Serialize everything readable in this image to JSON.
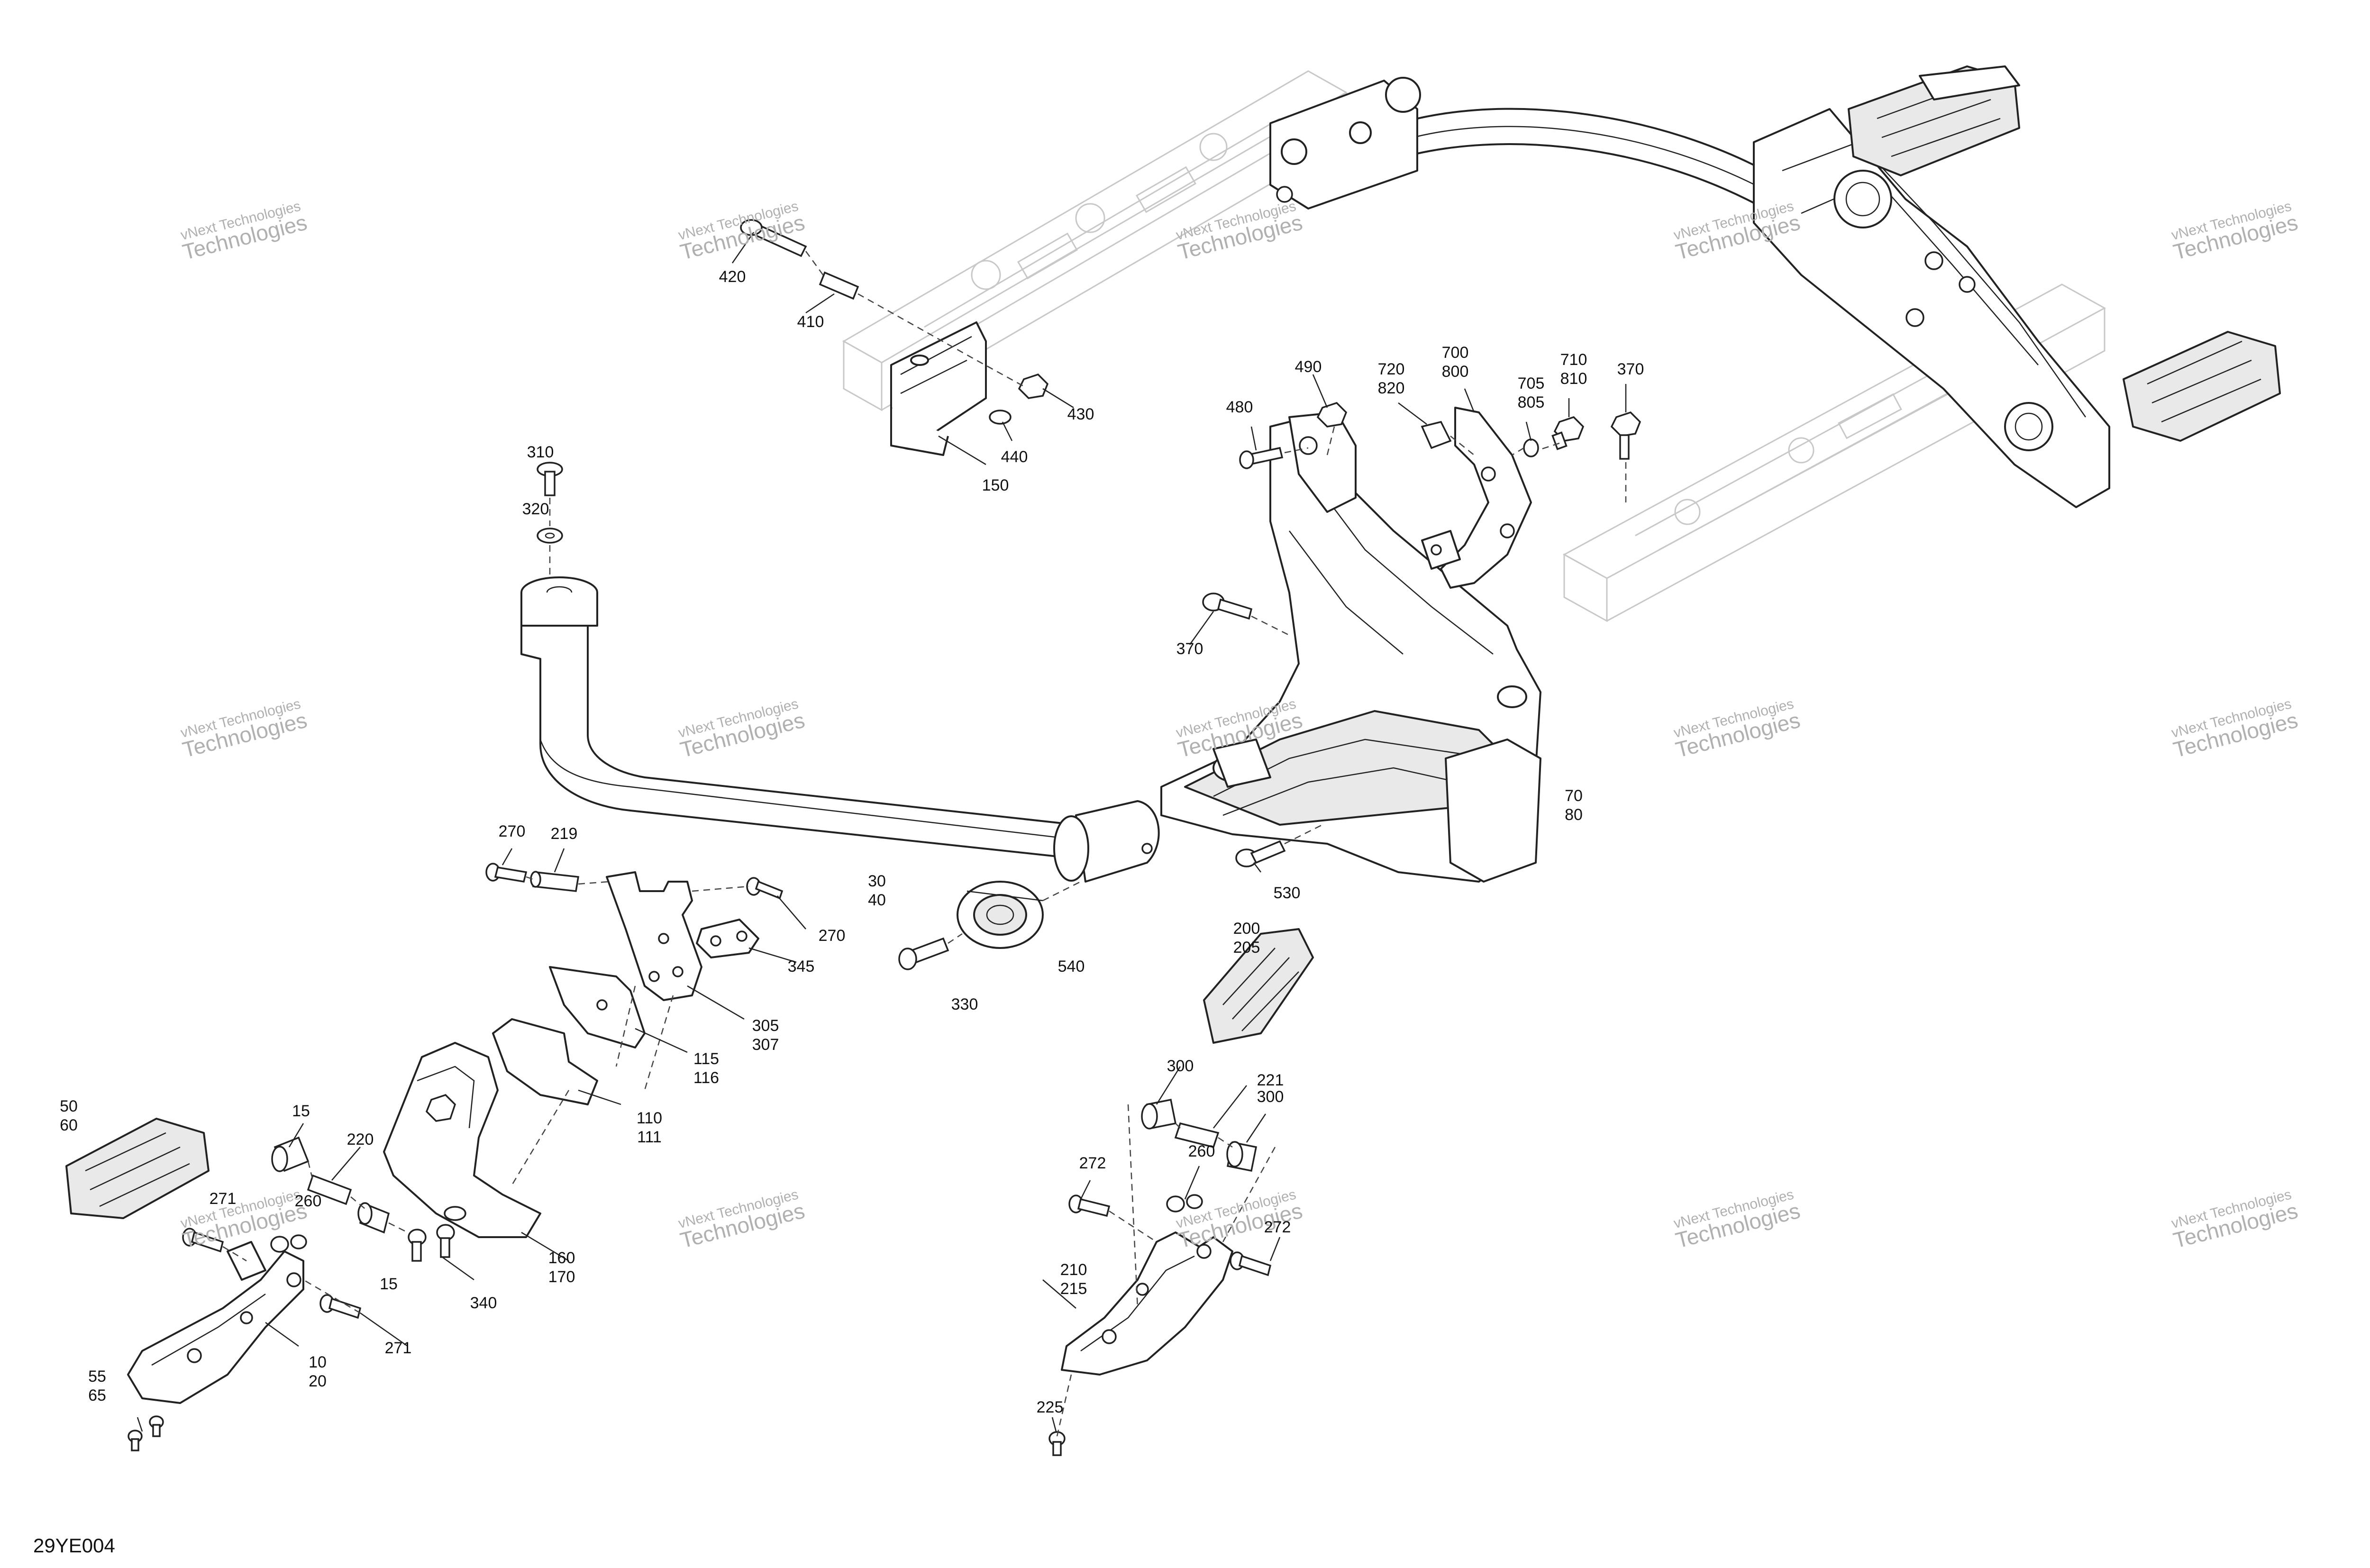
{
  "diagram": {
    "code": "29YE004",
    "watermark": {
      "line1": "vNext Technologies",
      "line2": "Technologies"
    },
    "callouts": [
      {
        "id": "c420",
        "lines": [
          "420"
        ]
      },
      {
        "id": "c410",
        "lines": [
          "410"
        ]
      },
      {
        "id": "c430",
        "lines": [
          "430"
        ]
      },
      {
        "id": "c440",
        "lines": [
          "440"
        ]
      },
      {
        "id": "c150",
        "lines": [
          "150"
        ]
      },
      {
        "id": "c310",
        "lines": [
          "310"
        ]
      },
      {
        "id": "c320",
        "lines": [
          "320"
        ]
      },
      {
        "id": "c490",
        "lines": [
          "490"
        ]
      },
      {
        "id": "c480",
        "lines": [
          "480"
        ]
      },
      {
        "id": "c720",
        "lines": [
          "720",
          "820"
        ]
      },
      {
        "id": "c700",
        "lines": [
          "700",
          "800"
        ]
      },
      {
        "id": "c705",
        "lines": [
          "705",
          "805"
        ]
      },
      {
        "id": "c710",
        "lines": [
          "710",
          "810"
        ]
      },
      {
        "id": "c370a",
        "lines": [
          "370"
        ]
      },
      {
        "id": "c370b",
        "lines": [
          "370"
        ]
      },
      {
        "id": "c70",
        "lines": [
          "70",
          "80"
        ]
      },
      {
        "id": "c530",
        "lines": [
          "530"
        ]
      },
      {
        "id": "c270a",
        "lines": [
          "270"
        ]
      },
      {
        "id": "c219",
        "lines": [
          "219"
        ]
      },
      {
        "id": "c270b",
        "lines": [
          "270"
        ]
      },
      {
        "id": "c30",
        "lines": [
          "30",
          "40"
        ]
      },
      {
        "id": "c345",
        "lines": [
          "345"
        ]
      },
      {
        "id": "c540",
        "lines": [
          "540"
        ]
      },
      {
        "id": "c330",
        "lines": [
          "330"
        ]
      },
      {
        "id": "c305",
        "lines": [
          "305",
          "307"
        ]
      },
      {
        "id": "c115",
        "lines": [
          "115",
          "116"
        ]
      },
      {
        "id": "c110",
        "lines": [
          "110",
          "111"
        ]
      },
      {
        "id": "c200",
        "lines": [
          "200",
          "205"
        ]
      },
      {
        "id": "c300a",
        "lines": [
          "300"
        ]
      },
      {
        "id": "c221",
        "lines": [
          "221"
        ]
      },
      {
        "id": "c300b",
        "lines": [
          "300"
        ]
      },
      {
        "id": "c272a",
        "lines": [
          "272"
        ]
      },
      {
        "id": "c260a",
        "lines": [
          "260"
        ]
      },
      {
        "id": "c272b",
        "lines": [
          "272"
        ]
      },
      {
        "id": "c210",
        "lines": [
          "210",
          "215"
        ]
      },
      {
        "id": "c225",
        "lines": [
          "225"
        ]
      },
      {
        "id": "c50",
        "lines": [
          "50",
          "60"
        ]
      },
      {
        "id": "c15a",
        "lines": [
          "15"
        ]
      },
      {
        "id": "c220",
        "lines": [
          "220"
        ]
      },
      {
        "id": "c271a",
        "lines": [
          "271"
        ]
      },
      {
        "id": "c260b",
        "lines": [
          "260"
        ]
      },
      {
        "id": "c15b",
        "lines": [
          "15"
        ]
      },
      {
        "id": "c340",
        "lines": [
          "340"
        ]
      },
      {
        "id": "c160",
        "lines": [
          "160",
          "170"
        ]
      },
      {
        "id": "c271b",
        "lines": [
          "271"
        ]
      },
      {
        "id": "c10",
        "lines": [
          "10",
          "20"
        ]
      },
      {
        "id": "c55",
        "lines": [
          "55",
          "65"
        ]
      }
    ]
  }
}
